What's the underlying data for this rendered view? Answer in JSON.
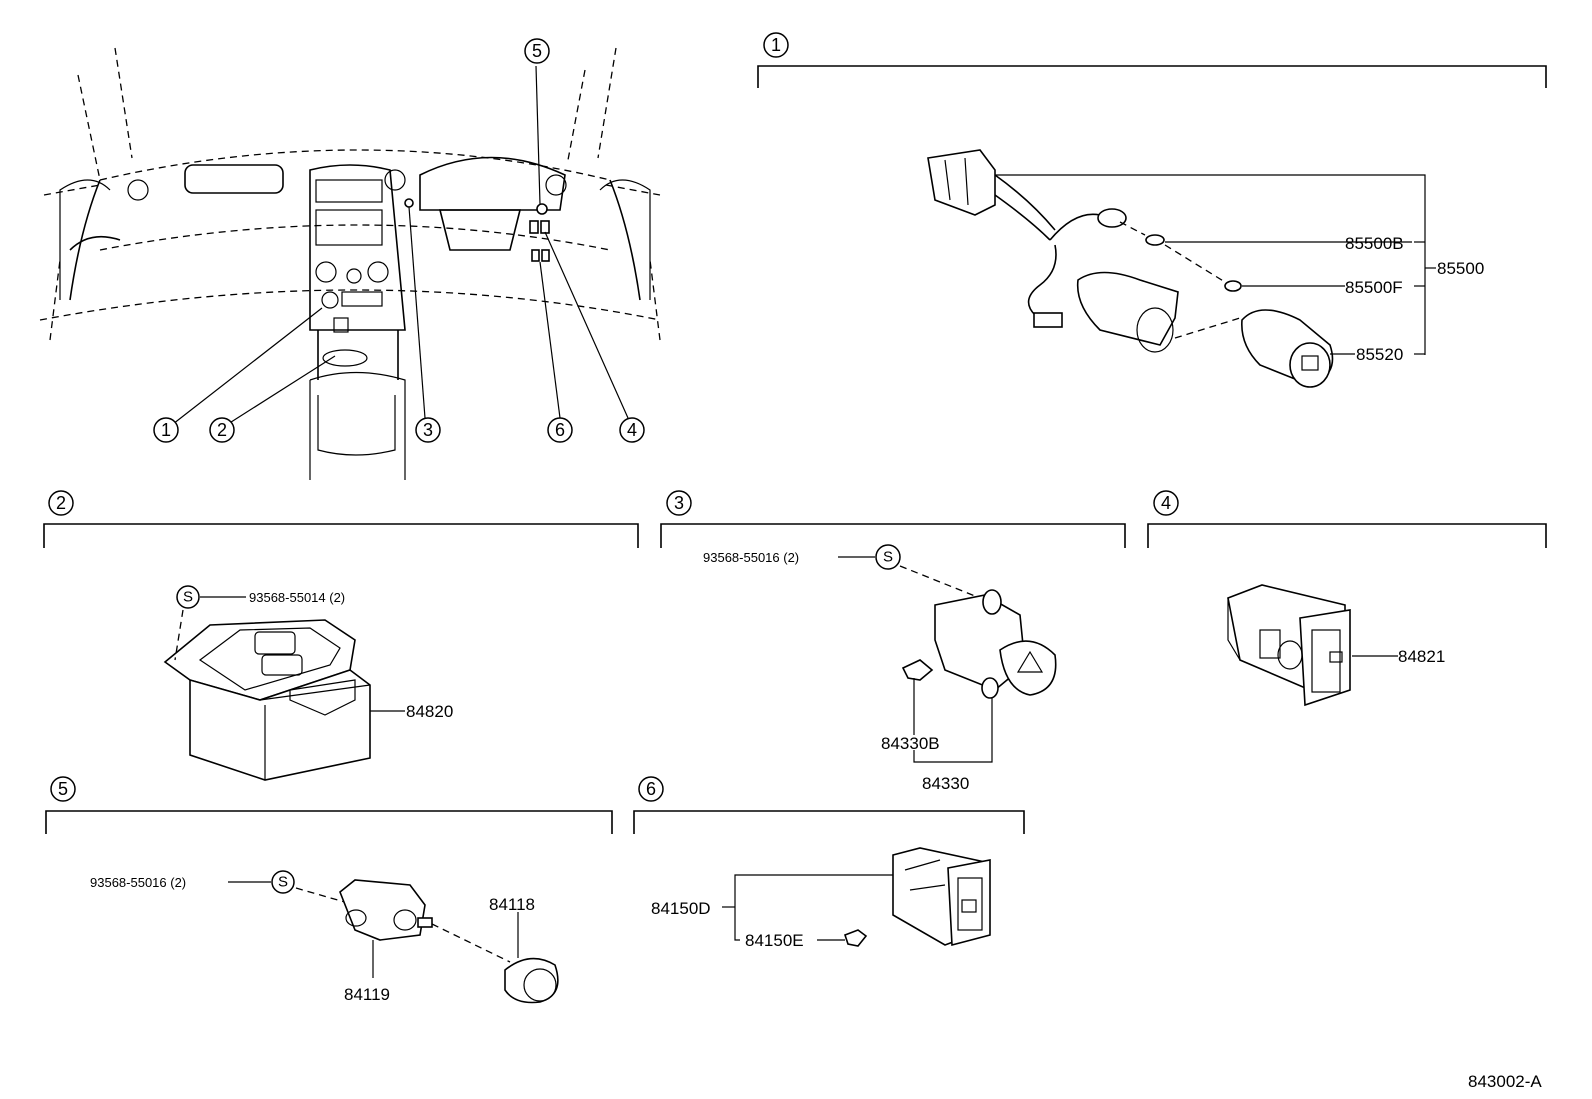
{
  "callouts": {
    "c1": "1",
    "c2": "2",
    "c3": "3",
    "c4": "4",
    "c5": "5",
    "c6": "6"
  },
  "screw_mark": "S",
  "section1": {
    "p85500B": "85500B",
    "p85500F": "85500F",
    "p85500": "85500",
    "p85520": "85520"
  },
  "section2": {
    "screw": "93568-55014 (2)",
    "p84820": "84820"
  },
  "section3": {
    "screw": "93568-55016 (2)",
    "p84330B": "84330B",
    "p84330": "84330"
  },
  "section4": {
    "p84821": "84821"
  },
  "section5": {
    "screw": "93568-55016 (2)",
    "p84118": "84118",
    "p84119": "84119"
  },
  "section6": {
    "p84150D": "84150D",
    "p84150E": "84150E"
  },
  "figure_id": "843002-A"
}
